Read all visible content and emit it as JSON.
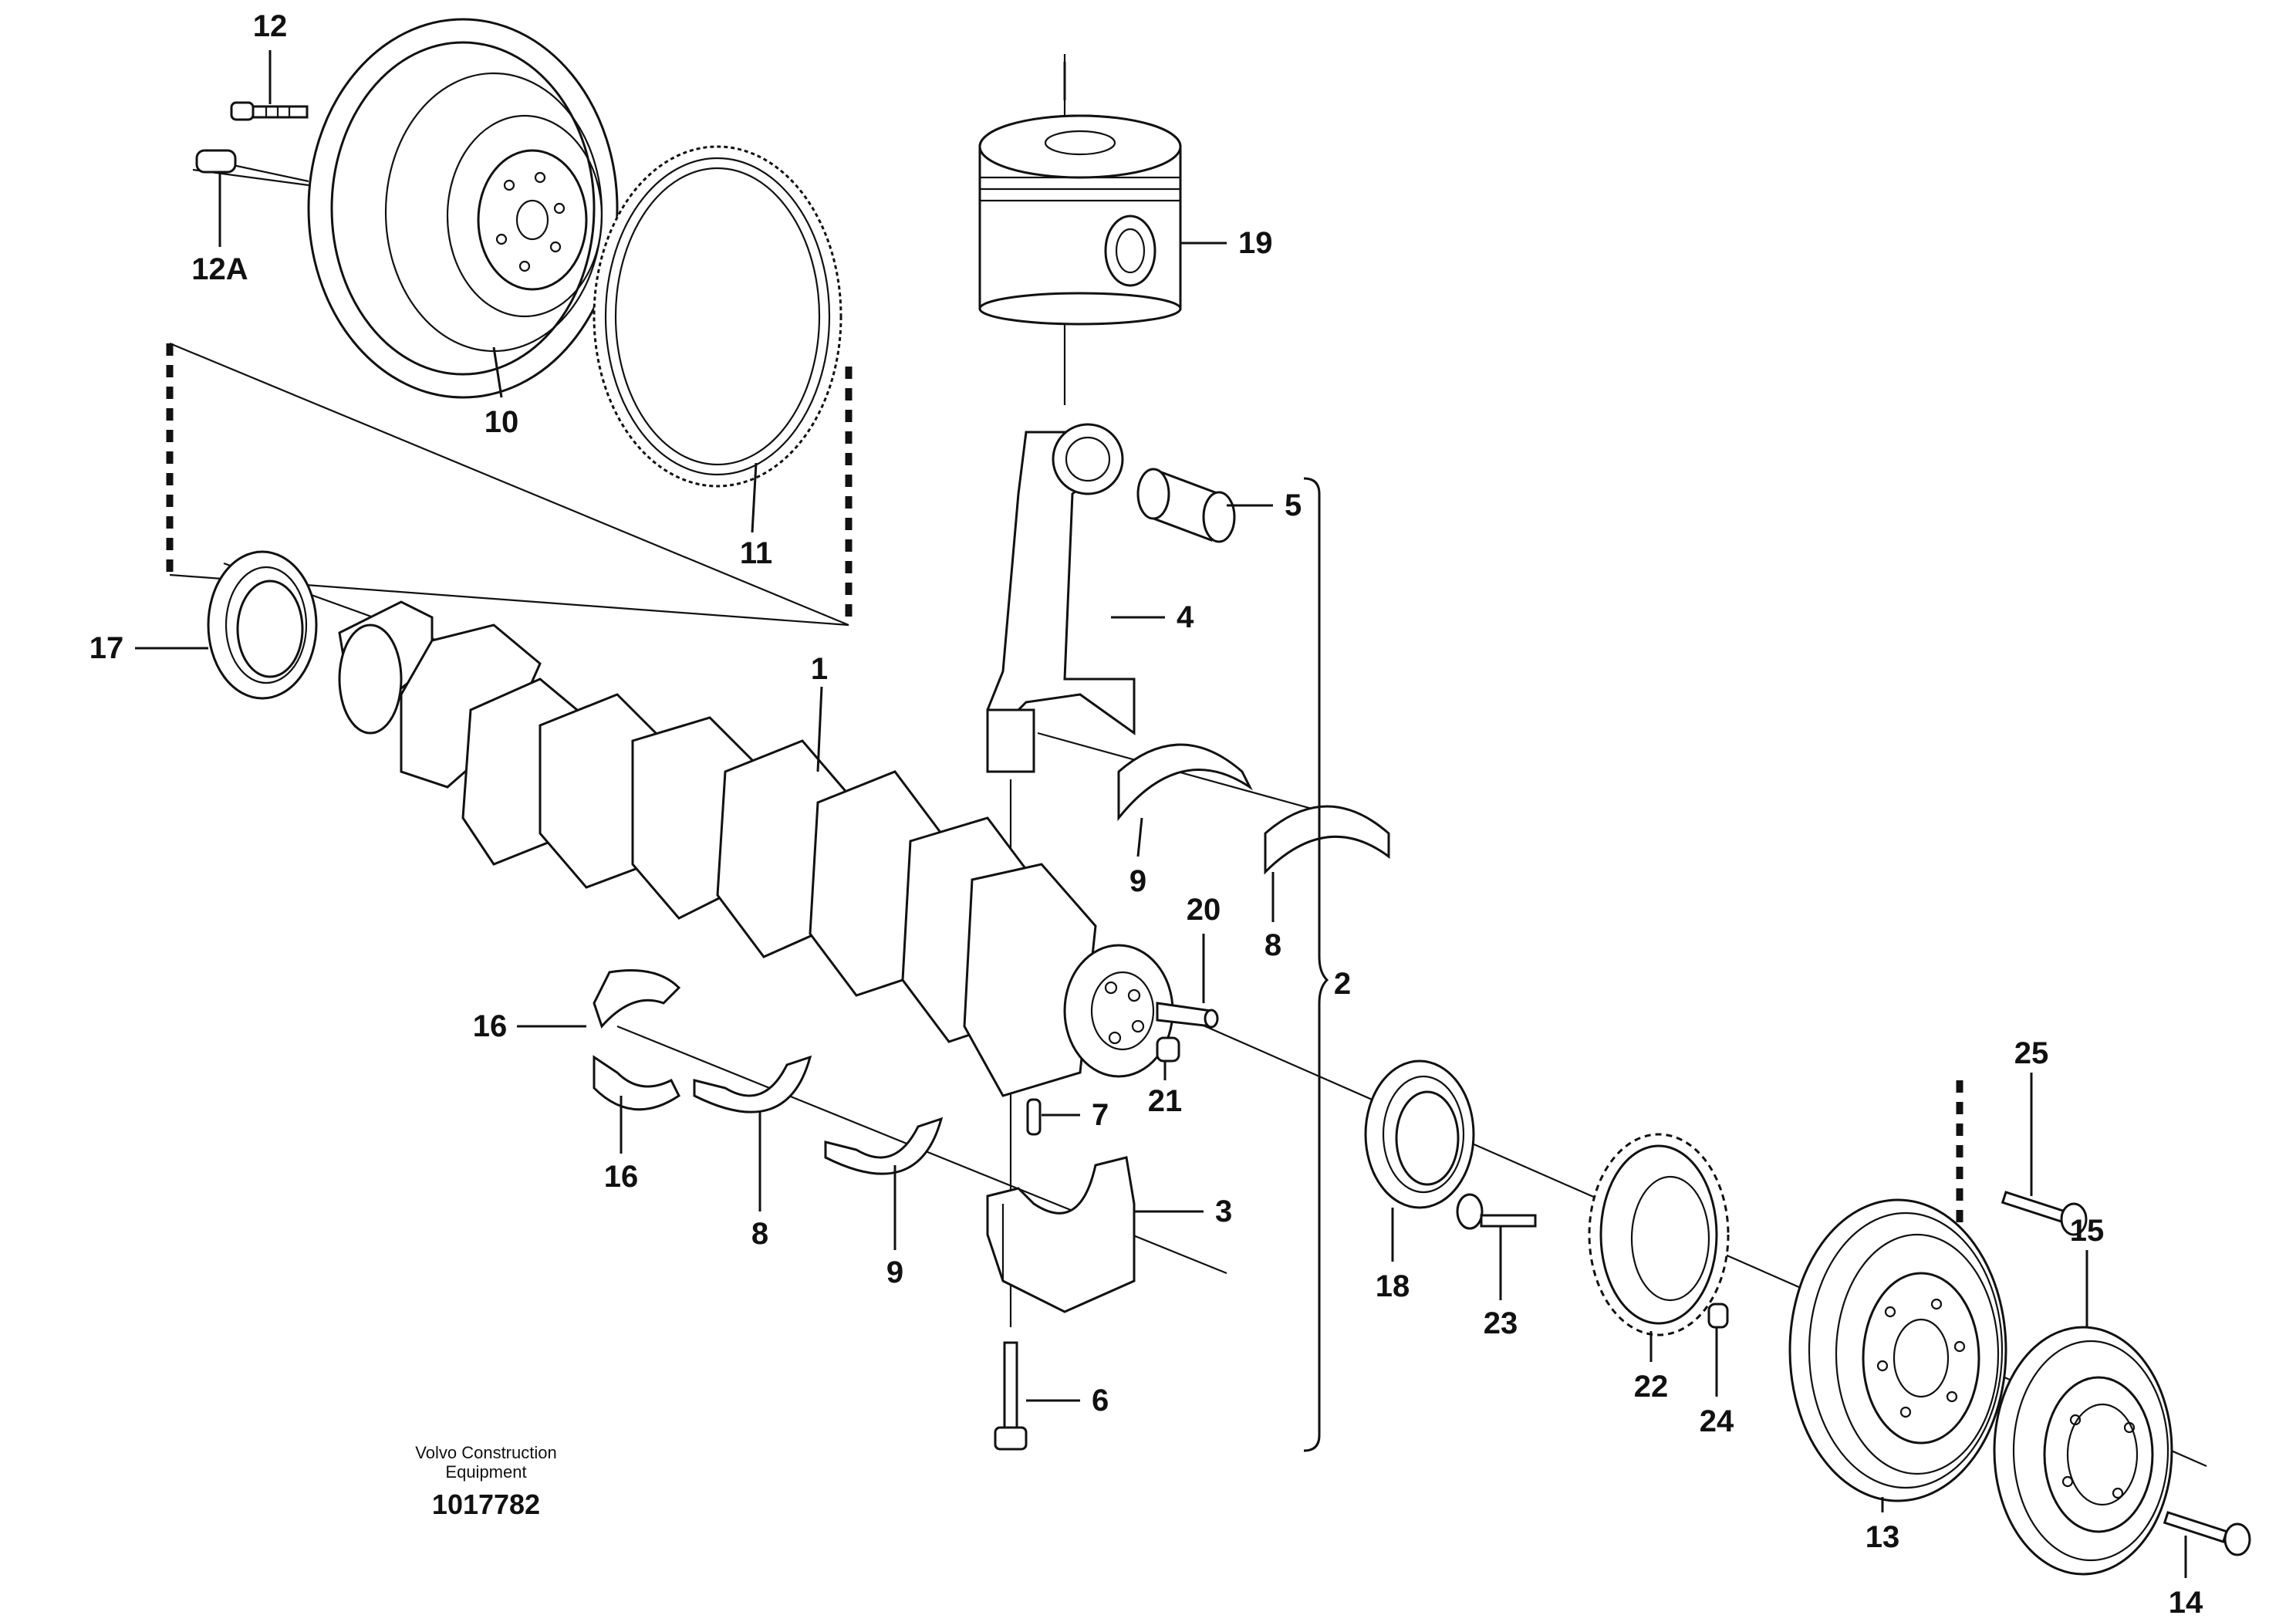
{
  "callouts": {
    "c1": "1",
    "c2": "2",
    "c3": "3",
    "c4": "4",
    "c5": "5",
    "c6": "6",
    "c7": "7",
    "c8a": "8",
    "c8b": "8",
    "c9a": "9",
    "c9b": "9",
    "c10": "10",
    "c11": "11",
    "c12": "12",
    "c12a": "12A",
    "c13": "13",
    "c14": "14",
    "c15": "15",
    "c16a": "16",
    "c16b": "16",
    "c17": "17",
    "c18": "18",
    "c19": "19",
    "c20": "20",
    "c21": "21",
    "c22": "22",
    "c23": "23",
    "c24": "24",
    "c25": "25"
  },
  "footer": {
    "brand_line1": "Volvo Construction",
    "brand_line2": "Equipment",
    "doc_number": "1017782"
  }
}
